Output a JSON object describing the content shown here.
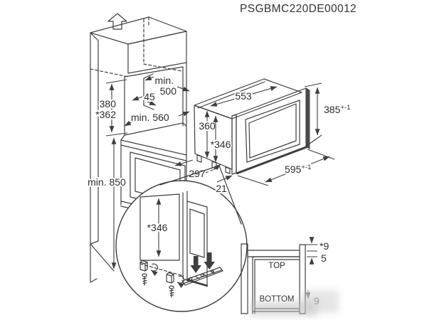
{
  "title": "PSGBMC220DE00012",
  "colors": {
    "line": "#3f3f3f",
    "text": "#2d2d2d",
    "background": "#ffffff"
  },
  "cabinet": {
    "niche_depth_min_line1": "min.",
    "niche_depth_min_line2": "500",
    "rear_gap": "45",
    "niche_height": "380",
    "niche_height_alt": "*362",
    "niche_width_min": "min. 560",
    "base_height_min": "min. 850",
    "front_depth": "297"
  },
  "microwave": {
    "body_width": "553",
    "body_height": "360",
    "body_height_alt": "*346",
    "front_height": "385",
    "front_height_tol": "+-1",
    "front_width": "595",
    "front_width_tol": "+-1",
    "front_overhang": "21"
  },
  "detail": {
    "height_alt": "*346"
  },
  "section": {
    "top_label": "TOP",
    "bottom_label": "BOTTOM",
    "top_clearance": "*9",
    "panel_gap": "5",
    "bottom_clearance": "9"
  }
}
